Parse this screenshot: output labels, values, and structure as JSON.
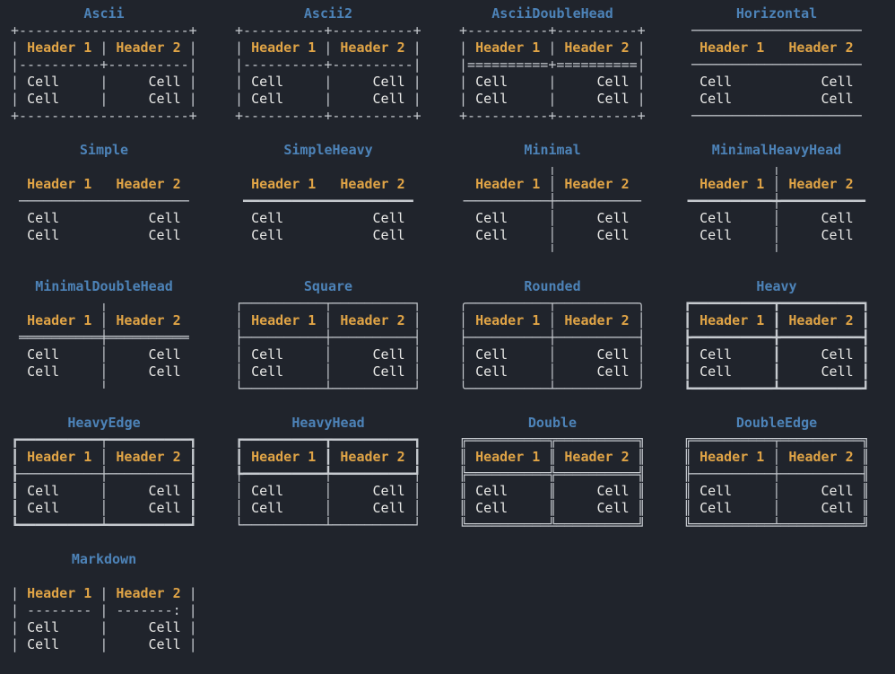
{
  "terminal": {
    "colors": {
      "background": "#20242c",
      "title": "#4d83b8",
      "header": "#e0a446",
      "cell": "#e9e9e7",
      "border": "#c6cacf"
    },
    "strings": {
      "header1": "Header 1",
      "header2": "Header 2",
      "cell": "Cell"
    },
    "columns": [
      "Header 1",
      "Header 2"
    ],
    "rows": [
      [
        "Cell",
        "Cell"
      ],
      [
        "Cell",
        "Cell"
      ]
    ]
  },
  "layout": {
    "grid_columns": 4
  },
  "tables": [
    {
      "title": "Ascii",
      "lines": [
        "+---------------------+",
        "| Header 1 | Header 2 |",
        "|----------+----------|",
        "| Cell     |     Cell |",
        "| Cell     |     Cell |",
        "+---------------------+"
      ]
    },
    {
      "title": "Ascii2",
      "lines": [
        "+----------+----------+",
        "| Header 1 | Header 2 |",
        "|----------+----------|",
        "| Cell     |     Cell |",
        "| Cell     |     Cell |",
        "+----------+----------+"
      ]
    },
    {
      "title": "AsciiDoubleHead",
      "lines": [
        "+----------+----------+",
        "| Header 1 | Header 2 |",
        "|==========+==========|",
        "| Cell     |     Cell |",
        "| Cell     |     Cell |",
        "+----------+----------+"
      ]
    },
    {
      "title": "Horizontal",
      "lines": [
        " ───────────────────── ",
        "  Header 1   Header 2  ",
        " ───────────────────── ",
        "  Cell           Cell  ",
        "  Cell           Cell  ",
        " ───────────────────── "
      ]
    },
    {
      "title": "Simple",
      "lines": [
        "                       ",
        "  Header 1   Header 2  ",
        " ───────────────────── ",
        "  Cell           Cell  ",
        "  Cell           Cell  ",
        "                       "
      ]
    },
    {
      "title": "SimpleHeavy",
      "lines": [
        "                       ",
        "  Header 1   Header 2  ",
        " ━━━━━━━━━━━━━━━━━━━━━ ",
        "  Cell           Cell  ",
        "  Cell           Cell  ",
        "                       "
      ]
    },
    {
      "title": "Minimal",
      "lines": [
        "           ╷           ",
        "  Header 1 │ Header 2  ",
        "╶──────────┼──────────╴",
        "  Cell     │     Cell  ",
        "  Cell     │     Cell  ",
        "           ╵           "
      ]
    },
    {
      "title": "MinimalHeavyHead",
      "lines": [
        "           ╷           ",
        "  Header 1 │ Header 2  ",
        "╺━━━━━━━━━━┿━━━━━━━━━━╸",
        "  Cell     │     Cell  ",
        "  Cell     │     Cell  ",
        "           ╵           "
      ]
    },
    {
      "title": "MinimalDoubleHead",
      "lines": [
        "           ╷           ",
        "  Header 1 │ Header 2  ",
        " ══════════╪══════════ ",
        "  Cell     │     Cell  ",
        "  Cell     │     Cell  ",
        "           ╵           "
      ]
    },
    {
      "title": "Square",
      "lines": [
        "┌──────────┬──────────┐",
        "│ Header 1 │ Header 2 │",
        "├──────────┼──────────┤",
        "│ Cell     │     Cell │",
        "│ Cell     │     Cell │",
        "└──────────┴──────────┘"
      ]
    },
    {
      "title": "Rounded",
      "lines": [
        "╭──────────┬──────────╮",
        "│ Header 1 │ Header 2 │",
        "├──────────┼──────────┤",
        "│ Cell     │     Cell │",
        "│ Cell     │     Cell │",
        "╰──────────┴──────────╯"
      ]
    },
    {
      "title": "Heavy",
      "lines": [
        "┏━━━━━━━━━━┳━━━━━━━━━━┓",
        "┃ Header 1 ┃ Header 2 ┃",
        "┣━━━━━━━━━━╋━━━━━━━━━━┫",
        "┃ Cell     ┃     Cell ┃",
        "┃ Cell     ┃     Cell ┃",
        "┗━━━━━━━━━━┻━━━━━━━━━━┛"
      ]
    },
    {
      "title": "HeavyEdge",
      "lines": [
        "┏━━━━━━━━━━┯━━━━━━━━━━┓",
        "┃ Header 1 │ Header 2 ┃",
        "┠──────────┼──────────┨",
        "┃ Cell     │     Cell ┃",
        "┃ Cell     │     Cell ┃",
        "┗━━━━━━━━━━┷━━━━━━━━━━┛"
      ]
    },
    {
      "title": "HeavyHead",
      "lines": [
        "┏━━━━━━━━━━┳━━━━━━━━━━┓",
        "┃ Header 1 ┃ Header 2 ┃",
        "┡━━━━━━━━━━╇━━━━━━━━━━┩",
        "│ Cell     │     Cell │",
        "│ Cell     │     Cell │",
        "└──────────┴──────────┘"
      ]
    },
    {
      "title": "Double",
      "lines": [
        "╔══════════╦══════════╗",
        "║ Header 1 ║ Header 2 ║",
        "╠══════════╬══════════╣",
        "║ Cell     ║     Cell ║",
        "║ Cell     ║     Cell ║",
        "╚══════════╩══════════╝"
      ]
    },
    {
      "title": "DoubleEdge",
      "lines": [
        "╔══════════╤══════════╗",
        "║ Header 1 │ Header 2 ║",
        "╟──────────┼──────────╢",
        "║ Cell     │     Cell ║",
        "║ Cell     │     Cell ║",
        "╚══════════╧══════════╝"
      ]
    },
    {
      "title": "Markdown",
      "lines": [
        "                       ",
        "| Header 1 | Header 2 |",
        "| -------- | -------: |",
        "| Cell     |     Cell |",
        "| Cell     |     Cell |",
        "                       "
      ]
    }
  ]
}
